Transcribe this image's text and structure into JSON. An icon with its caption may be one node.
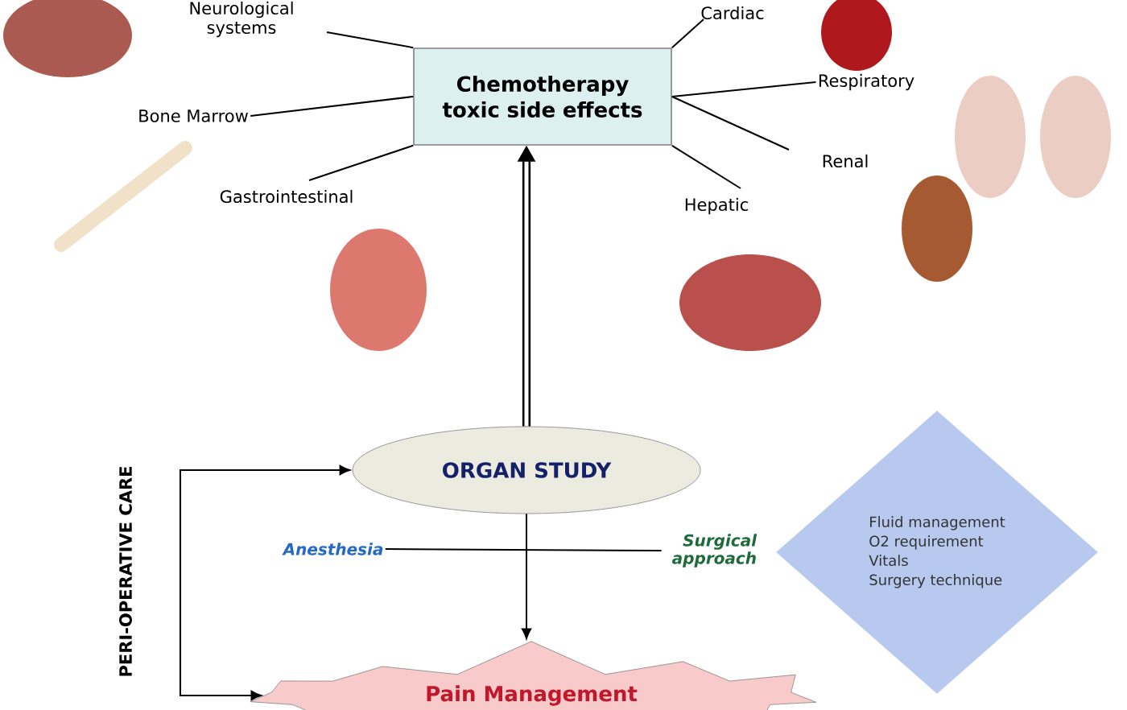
{
  "diagram": {
    "nodes": [
      {
        "text": [
          "Chemotherapy toxic side effects"
        ]
      },
      {
        "text": [
          "Neurological systems"
        ]
      },
      {
        "text": [
          "Bone Marrow"
        ]
      },
      {
        "text": [
          "Gastrointestinal"
        ]
      },
      {
        "text": [
          "Cardiac"
        ]
      },
      {
        "text": [
          "Respiratory"
        ]
      },
      {
        "text": [
          "Renal"
        ]
      },
      {
        "text": [
          "Hepatic"
        ]
      },
      {
        "text": [
          "ORGAN STUDY"
        ]
      },
      {
        "text": [
          "Anesthesia"
        ]
      },
      {
        "text": [
          "Surgical approach"
        ]
      },
      {
        "text": [
          "Fluid management",
          "O2 requirement",
          "Vitals",
          "Surgery technique"
        ]
      },
      {
        "text": [
          "Pain Management"
        ]
      },
      {
        "text": [
          "PERI-OPERATIVE CARE"
        ]
      }
    ],
    "edges": [
      {
        "from": 0,
        "to": 1,
        "arrow": "none"
      },
      {
        "from": 0,
        "to": 2,
        "arrow": "none"
      },
      {
        "from": 0,
        "to": 3,
        "arrow": "none"
      },
      {
        "from": 0,
        "to": 4,
        "arrow": "none"
      },
      {
        "from": 0,
        "to": 5,
        "arrow": "none"
      },
      {
        "from": 0,
        "to": 6,
        "arrow": "none"
      },
      {
        "from": 0,
        "to": 7,
        "arrow": "none"
      },
      {
        "from": 8,
        "to": 0,
        "arrow": "to",
        "style": "thick"
      },
      {
        "from": 8,
        "to": 12,
        "arrow": "to"
      },
      {
        "from": 9,
        "to": 10,
        "arrow": "none"
      },
      {
        "from": 13,
        "to": 8,
        "arrow": "to"
      },
      {
        "from": 13,
        "to": 12,
        "arrow": "to"
      }
    ]
  }
}
